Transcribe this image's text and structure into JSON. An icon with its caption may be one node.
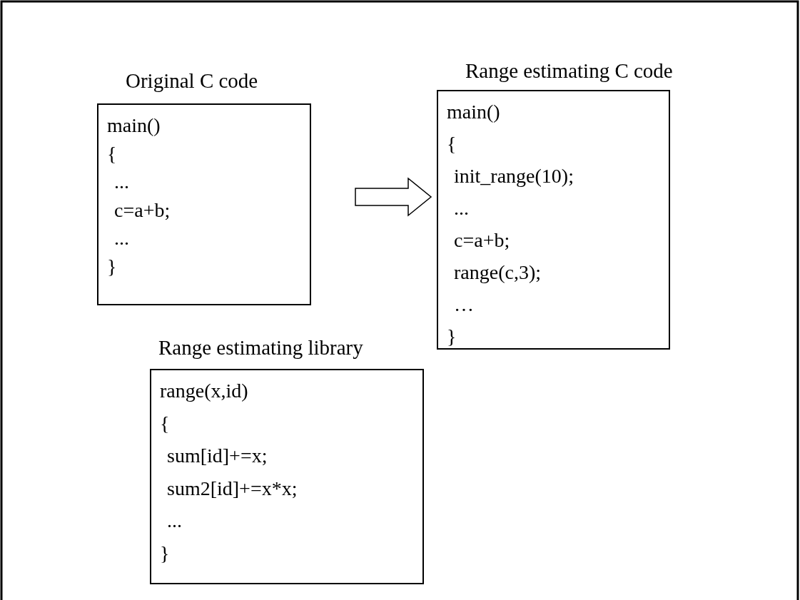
{
  "diagram": {
    "nodes": [
      {
        "text": [
          "Original C code",
          "main()",
          "{",
          "...",
          "c=a+b;",
          "...",
          "}"
        ]
      },
      {
        "text": [
          "Range estimating C code",
          "main()",
          "{",
          "init_range(10);",
          "...",
          "c=a+b;",
          "range(c,3);",
          "…",
          "}"
        ]
      },
      {
        "text": [
          "Range estimating library",
          "range(x,id)",
          "{",
          "sum[id]+=x;",
          "sum2[id]+=x*x;",
          "...",
          "}"
        ]
      }
    ],
    "edges": [
      {
        "from": 0,
        "to": 1,
        "arrow": "to"
      }
    ]
  }
}
